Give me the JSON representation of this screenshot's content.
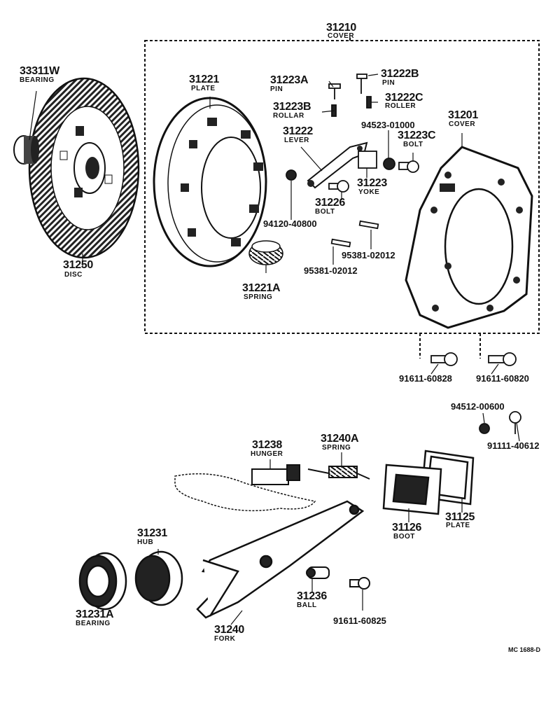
{
  "parts": {
    "cover_assy": {
      "number": "31210",
      "name": "COVER"
    },
    "bearing_pilot": {
      "number": "33311W",
      "name": "BEARING"
    },
    "plate": {
      "number": "31221",
      "name": "PLATE"
    },
    "pin_a": {
      "number": "31223A",
      "name": "PIN"
    },
    "pin_b": {
      "number": "31222B",
      "name": "PIN"
    },
    "roller_b": {
      "number": "31223B",
      "name": "ROLLAR"
    },
    "roller_c": {
      "number": "31222C",
      "name": "ROLLER"
    },
    "lever": {
      "number": "31222",
      "name": "LEVER"
    },
    "nut_94523": {
      "number": "94523-01000"
    },
    "cover": {
      "number": "31201",
      "name": "COVER"
    },
    "bolt_c": {
      "number": "31223C",
      "name": "BOLT"
    },
    "yoke": {
      "number": "31223",
      "name": "YOKE"
    },
    "bolt_26": {
      "number": "31226",
      "name": "BOLT"
    },
    "washer_94120": {
      "number": "94120-40800"
    },
    "pin_95381_a": {
      "number": "95381-02012"
    },
    "pin_95381_b": {
      "number": "95381-02012"
    },
    "spring": {
      "number": "31221A",
      "name": "SPRING"
    },
    "disc": {
      "number": "31250",
      "name": "DISC"
    },
    "bolt_60828": {
      "number": "91611-60828"
    },
    "bolt_60820": {
      "number": "91611-60820"
    },
    "nut_94512": {
      "number": "94512-00600"
    },
    "bolt_91111": {
      "number": "91111-40612"
    },
    "hunger": {
      "number": "31238",
      "name": "HUNGER"
    },
    "spring_240a": {
      "number": "31240A",
      "name": "SPRING"
    },
    "hub": {
      "number": "31231",
      "name": "HUB"
    },
    "plate_125": {
      "number": "31125",
      "name": "PLATE"
    },
    "boot": {
      "number": "31126",
      "name": "BOOT"
    },
    "bearing_release": {
      "number": "31231A",
      "name": "BEARING"
    },
    "fork": {
      "number": "31240",
      "name": "FORK"
    },
    "ball": {
      "number": "31236",
      "name": "BALL"
    },
    "bolt_60825": {
      "number": "91611-60825"
    }
  },
  "drawing_code": "MC 1688-D"
}
